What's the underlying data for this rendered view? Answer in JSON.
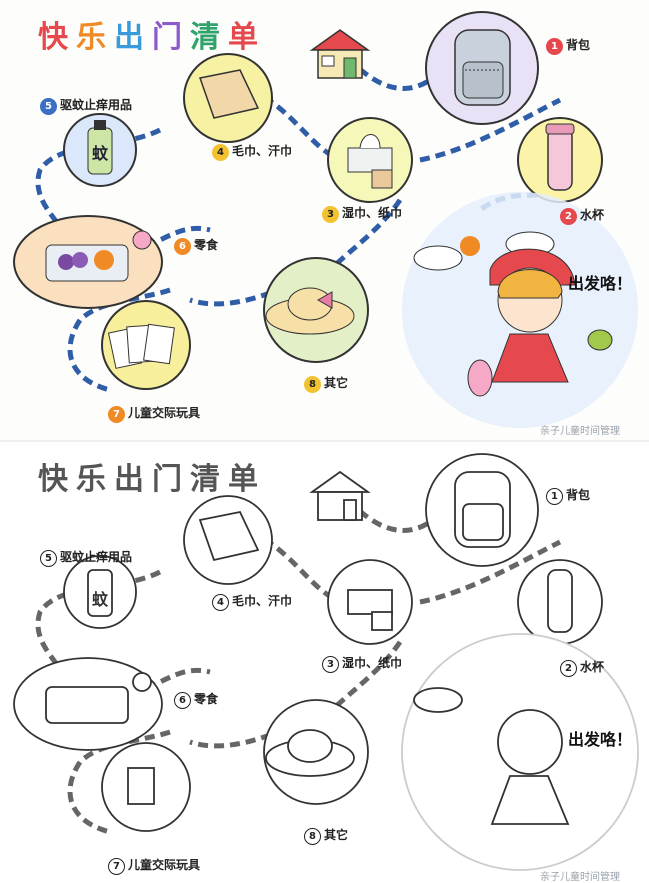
{
  "title_chars": [
    "快",
    "乐",
    "出",
    "门",
    "清",
    "单"
  ],
  "title_colors": [
    "#e5484d",
    "#f08a24",
    "#3b9ad9",
    "#8d5bc9",
    "#2fa36b",
    "#e5484d"
  ],
  "items": {
    "backpack": {
      "num": "1",
      "text": "背包"
    },
    "cup": {
      "num": "2",
      "text": "水杯"
    },
    "tissue": {
      "num": "3",
      "text": "湿巾、纸巾"
    },
    "towel": {
      "num": "4",
      "text": "毛巾、汗巾"
    },
    "repellent": {
      "num": "5",
      "text": "驱蚊止痒用品"
    },
    "snacks": {
      "num": "6",
      "text": "零食"
    },
    "toys": {
      "num": "7",
      "text": "儿童交际玩具"
    },
    "other": {
      "num": "8",
      "text": "其它"
    }
  },
  "mosquito_char": "蚊",
  "shout": "出发咯！",
  "watermark": "亲子儿童时间管理",
  "colors": {
    "path": "#2f5da8",
    "backpack_bg": "#e9e2f7",
    "cup_bg": "#fbf4a8",
    "tissue_bg": "#f6f8b9",
    "towel_bg": "#f7f1a4",
    "repellent_bg": "#dbe7fb",
    "snacks_bg": "#fbe0bf",
    "toys_bg": "#f7ef9c",
    "other_bg": "#e3f0c7",
    "cloud_bg": "#e4eefb"
  }
}
